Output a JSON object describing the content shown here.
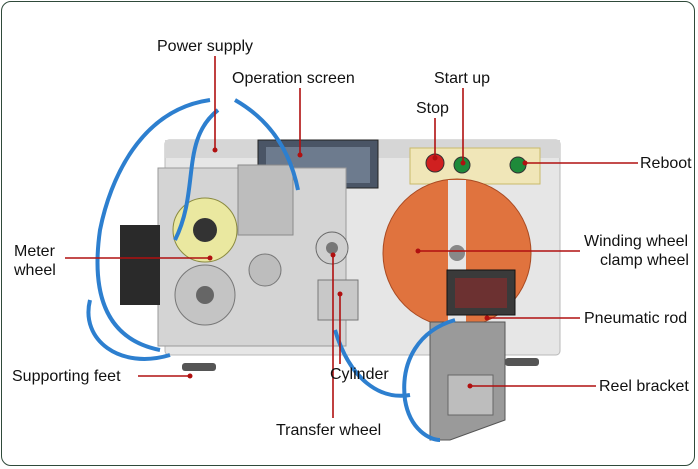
{
  "colors": {
    "frame": "#2f4a3a",
    "leader": "#b01010",
    "cabinet": "#e6e6e6",
    "disc": "#e0733e",
    "tube": "#2d7fcf"
  },
  "labels": {
    "power_supply": "Power supply",
    "operation_screen": "Operation screen",
    "start_up": "Start up",
    "stop": "Stop",
    "reboot": "Reboot",
    "meter_wheel_line1": "Meter",
    "meter_wheel_line2": "wheel",
    "winding_wheel_line1": "Winding wheel",
    "winding_wheel_line2": "clamp wheel",
    "pneumatic_rod": "Pneumatic rod",
    "supporting_feet": "Supporting feet",
    "cylinder": "Cylinder",
    "reel_bracket": "Reel bracket",
    "transfer_wheel": "Transfer wheel"
  }
}
